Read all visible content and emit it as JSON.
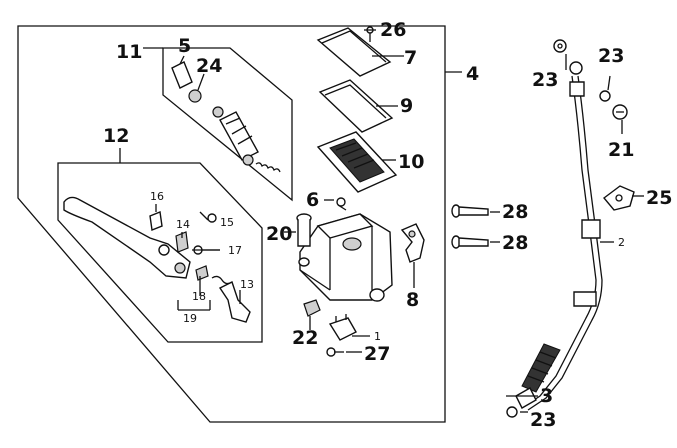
{
  "labels": {
    "p1": "1",
    "p2": "2",
    "p3": "3",
    "p4": "4",
    "p5": "5",
    "p6": "6",
    "p7": "7",
    "p8": "8",
    "p9": "9",
    "p10": "10",
    "p11": "11",
    "p12": "12",
    "p13": "13",
    "p14": "14",
    "p15": "15",
    "p16": "16",
    "p17": "17",
    "p18": "18",
    "p19": "19",
    "p20": "20",
    "p21": "21",
    "p22": "22",
    "p23a": "23",
    "p23b": "23",
    "p23c": "23",
    "p24": "24",
    "p25": "25",
    "p26": "26",
    "p27": "27",
    "p28a": "28",
    "p28b": "28"
  }
}
